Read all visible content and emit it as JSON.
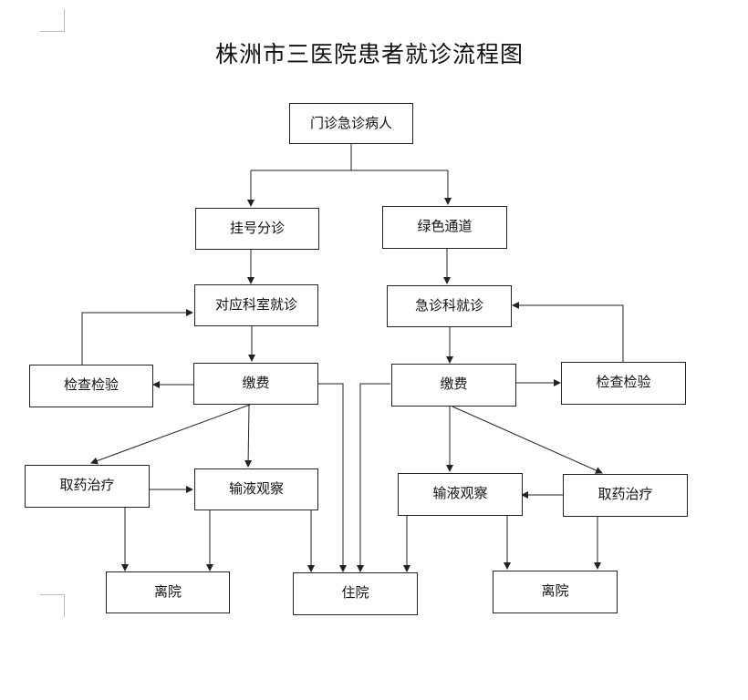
{
  "title": "株洲市三医院患者就诊流程图",
  "nodes": {
    "start": "门诊急诊病人",
    "register": "挂号分诊",
    "green": "绿色通道",
    "dept_left": "对应科室就诊",
    "dept_right": "急诊科就诊",
    "exam_left": "检查检验",
    "pay_left": "缴费",
    "pay_right": "缴费",
    "exam_right": "检查检验",
    "med_left": "取药治疗",
    "iv_left": "输液观察",
    "iv_right": "输液观察",
    "med_right": "取药治疗",
    "leave_left": "离院",
    "hospital": "住院",
    "leave_right": "离院"
  }
}
